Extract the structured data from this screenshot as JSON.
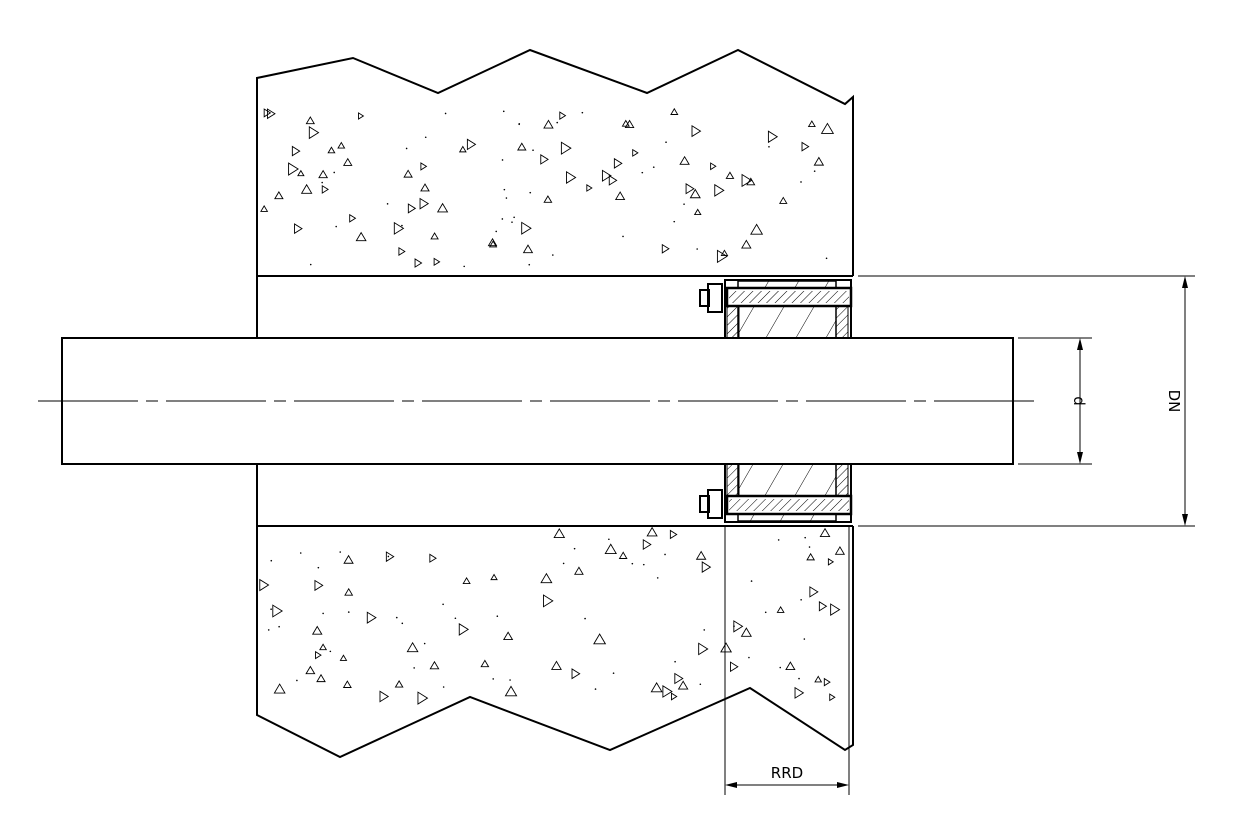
{
  "labels": {
    "pipe_diameter": "d",
    "nominal_diameter": "DN",
    "seal_width": "RRD"
  },
  "colors": {
    "line": "#000000",
    "background": "#ffffff"
  }
}
